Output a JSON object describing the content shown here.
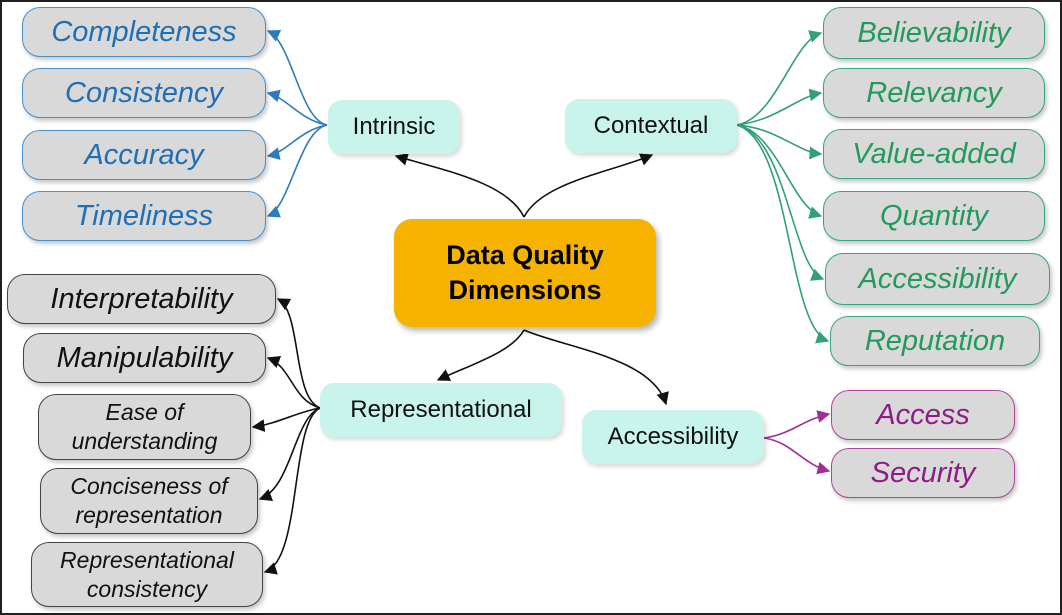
{
  "center": {
    "line1": "Data Quality",
    "line2": "Dimensions"
  },
  "categories": {
    "intrinsic": "Intrinsic",
    "contextual": "Contextual",
    "representational": "Representational",
    "accessibility": "Accessibility"
  },
  "intrinsic_items": [
    "Completeness",
    "Consistency",
    "Accuracy",
    "Timeliness"
  ],
  "contextual_items": [
    "Believability",
    "Relevancy",
    "Value-added",
    "Quantity",
    "Accessibility",
    "Reputation"
  ],
  "representational_items": [
    [
      "Interpretability",
      ""
    ],
    [
      "Manipulability",
      ""
    ],
    [
      "Ease of",
      "understanding"
    ],
    [
      "Conciseness of",
      "representation"
    ],
    [
      "Representational",
      "consistency"
    ]
  ],
  "accessibility_items": [
    "Access",
    "Security"
  ],
  "colors": {
    "center_fill": "#f5b300",
    "category_fill": "#c9f4ec",
    "leaf_fill": "#d9d9d9",
    "intrinsic": "#1f6fb5",
    "contextual": "#229a5e",
    "representational": "#111111",
    "accessibility": "#8d1d86"
  }
}
